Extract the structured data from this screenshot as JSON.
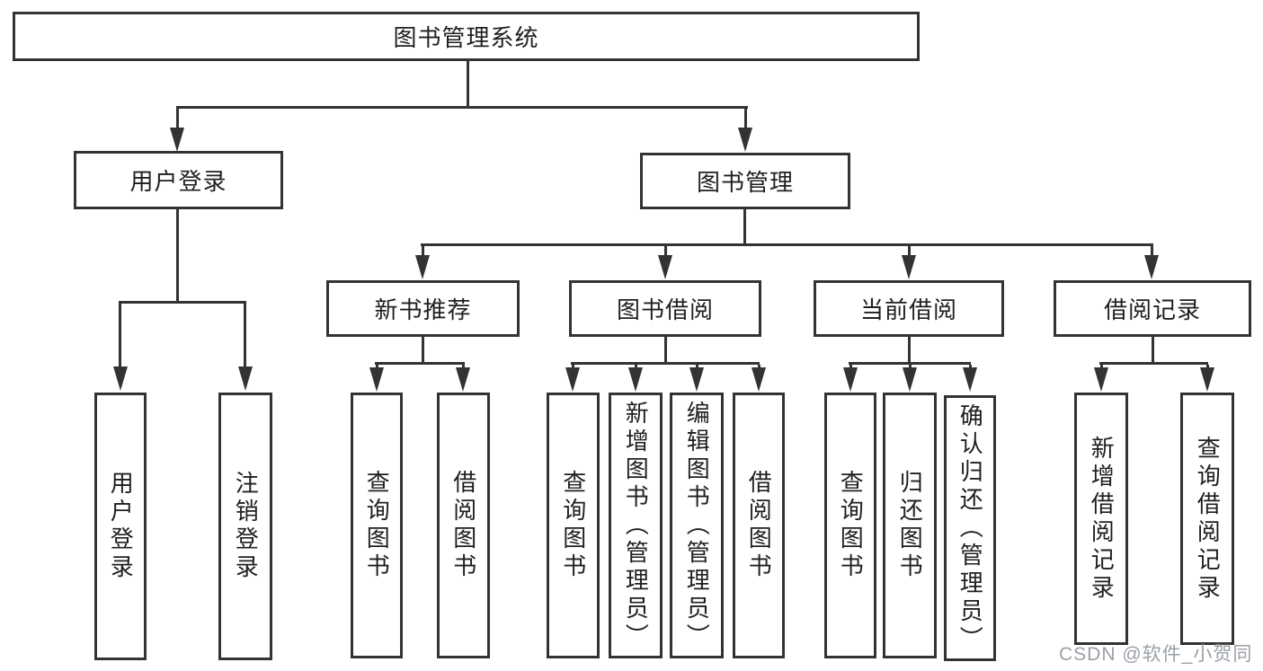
{
  "colors": {
    "background": "#ffffff",
    "box_border": "#333333",
    "connector_line": "#333333",
    "text": "#1f1f1f",
    "watermark": "#9aa0a8"
  },
  "diagram": {
    "root": {
      "label": "图书管理系统"
    },
    "branches": [
      {
        "label": "用户登录",
        "children": [
          {
            "label": "用户登录"
          },
          {
            "label": "注销登录"
          }
        ]
      },
      {
        "label": "图书管理",
        "children": [
          {
            "label": "新书推荐",
            "children": [
              {
                "label": "查询图书"
              },
              {
                "label": "借阅图书"
              }
            ]
          },
          {
            "label": "图书借阅",
            "children": [
              {
                "label": "查询图书"
              },
              {
                "label": "新增图书（管理员）"
              },
              {
                "label": "编辑图书（管理员）"
              },
              {
                "label": "借阅图书"
              }
            ]
          },
          {
            "label": "当前借阅",
            "children": [
              {
                "label": "查询图书"
              },
              {
                "label": "归还图书"
              },
              {
                "label": "确认归还（管理员）"
              }
            ]
          },
          {
            "label": "借阅记录",
            "children": [
              {
                "label": "新增借阅记录"
              },
              {
                "label": "查询借阅记录"
              }
            ]
          }
        ]
      }
    ]
  },
  "watermark": {
    "text": "CSDN @软件_小贺同学"
  }
}
